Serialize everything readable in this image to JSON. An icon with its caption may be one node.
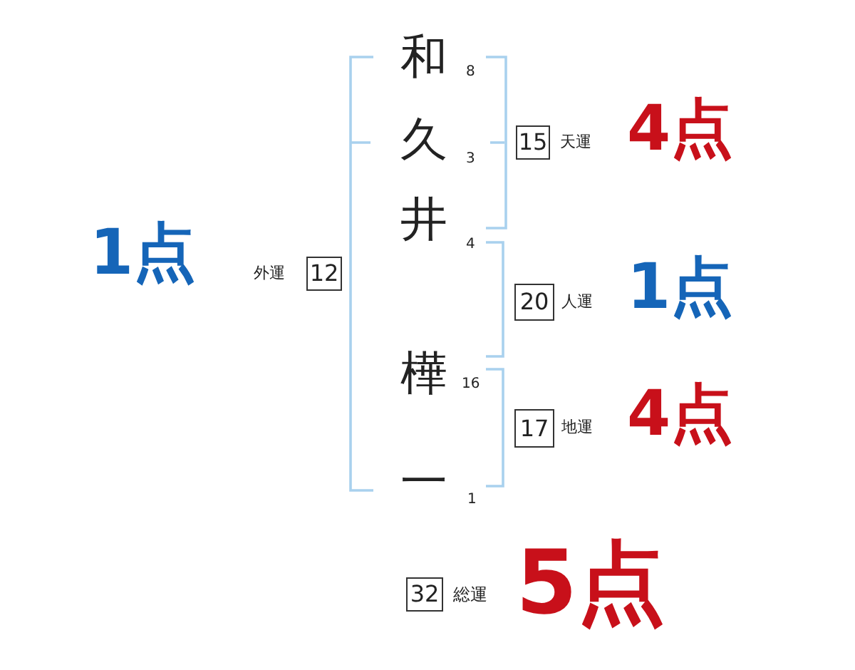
{
  "diagram": {
    "nodes": [
      {
        "text": [
          "15"
        ],
        "beside": [
          "天運",
          "4点"
        ]
      },
      {
        "text": [
          "12"
        ],
        "beside": [
          "外運",
          "1点"
        ]
      },
      {
        "text": [
          "20"
        ],
        "beside": [
          "人運",
          "1点"
        ]
      },
      {
        "text": [
          "17"
        ],
        "beside": [
          "地運",
          "4点"
        ]
      },
      {
        "text": [
          "32"
        ],
        "beside": [
          "総運",
          "5点"
        ]
      }
    ],
    "labels": [
      "和",
      "8",
      "久",
      "3",
      "井",
      "4",
      "樺",
      "16",
      "一",
      "1"
    ]
  }
}
